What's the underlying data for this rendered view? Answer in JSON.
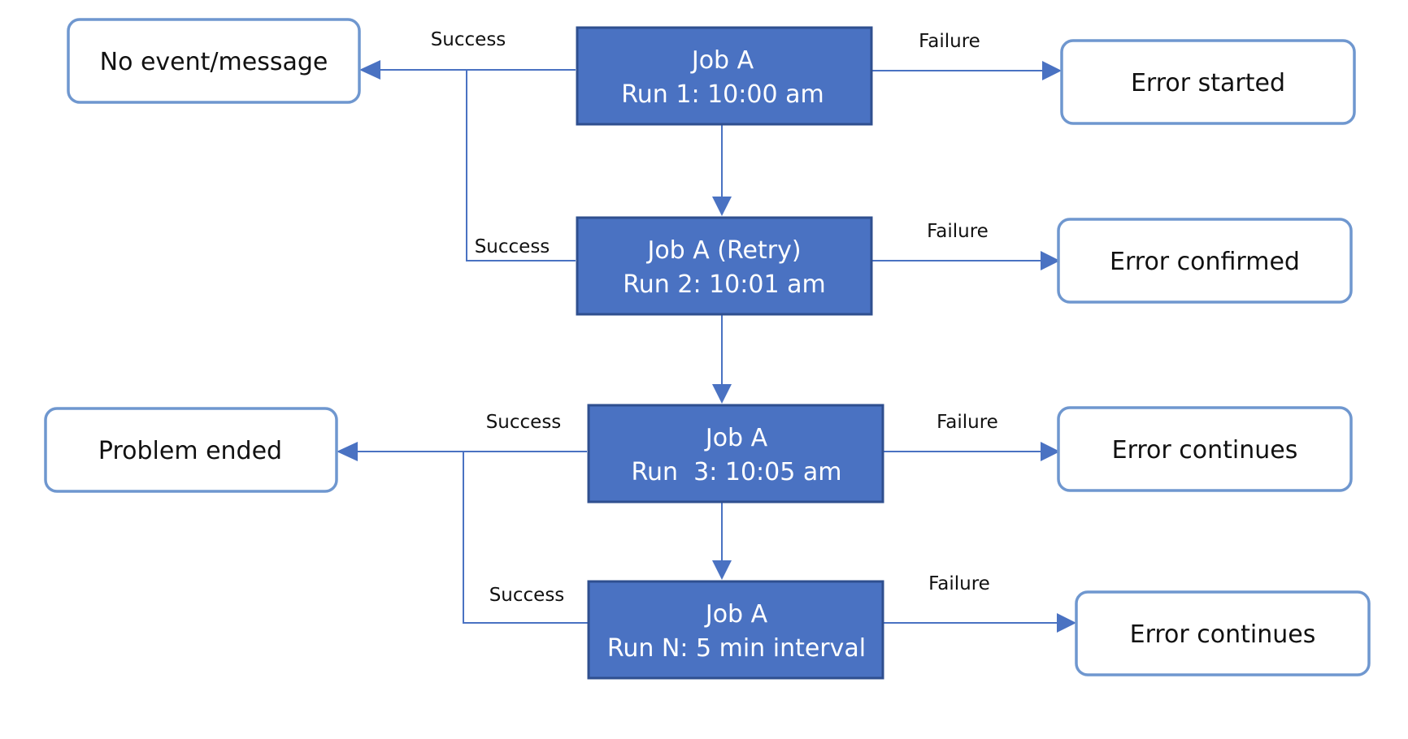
{
  "jobs": {
    "run1": {
      "title": "Job A",
      "subtitle": "Run 1: 10:00 am"
    },
    "run2": {
      "title": "Job A (Retry)",
      "subtitle": "Run 2: 10:01 am"
    },
    "run3": {
      "title": "Job A",
      "subtitle": "Run  3: 10:05 am"
    },
    "runN": {
      "title": "Job A",
      "subtitle": "Run N: 5 min interval"
    }
  },
  "outcomes": {
    "no_event": "No event/message",
    "problem_ended": "Problem ended",
    "error_started": "Error started",
    "error_confirmed": "Error confirmed",
    "error_continues_1": "Error continues",
    "error_continues_2": "Error continues"
  },
  "labels": {
    "success_run1": "Success",
    "success_run2": "Success",
    "success_run3": "Success",
    "success_runN": "Success",
    "failure_run1": "Failure",
    "failure_run2": "Failure",
    "failure_run3": "Failure",
    "failure_runN": "Failure"
  },
  "colors": {
    "job_fill": "#4a72c2",
    "job_border": "#2f4f8f",
    "outcome_border": "#6f97cf",
    "connector": "#4a72c2"
  }
}
